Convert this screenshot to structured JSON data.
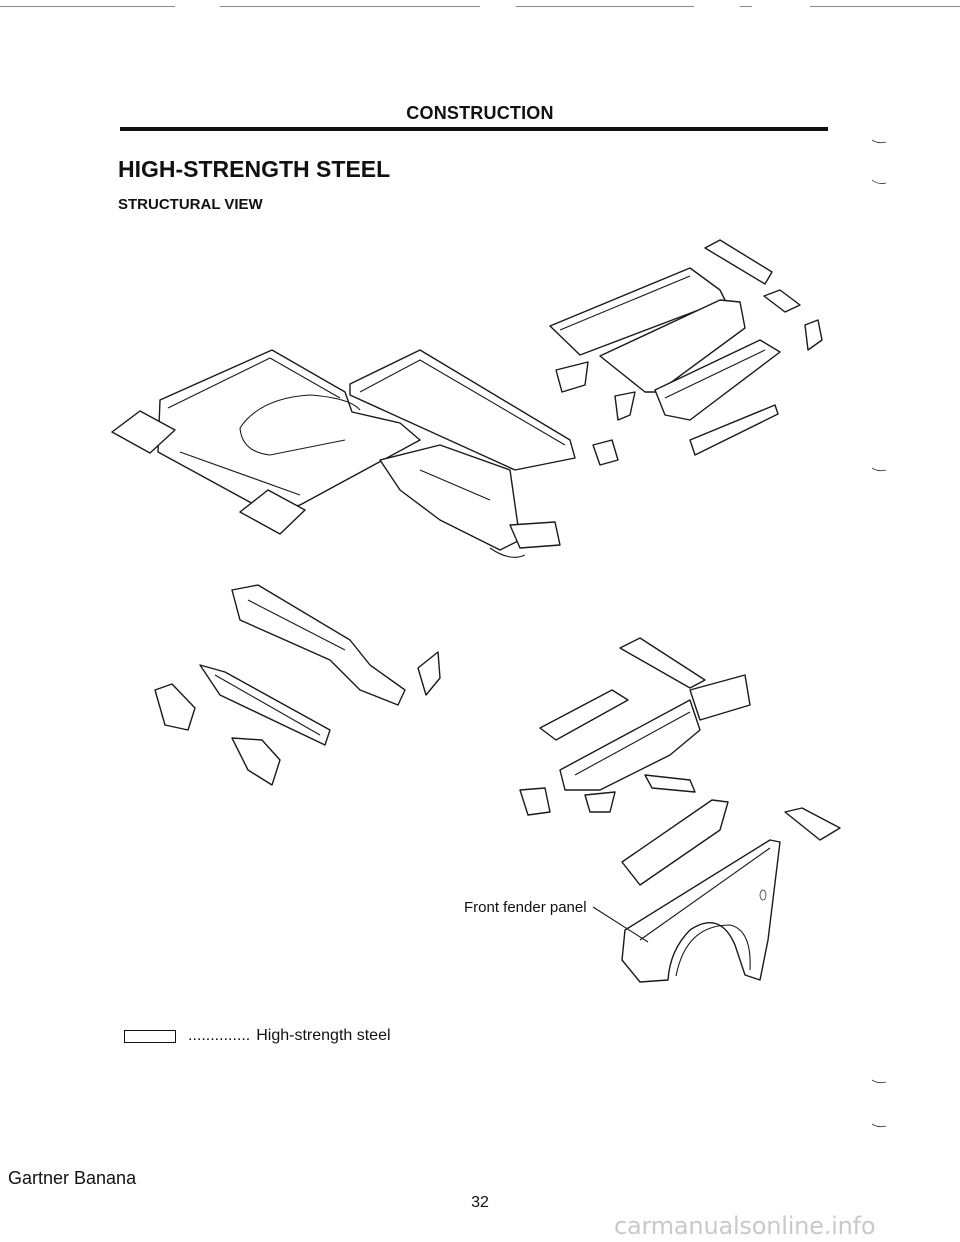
{
  "header": {
    "section": "CONSTRUCTION"
  },
  "title": "HIGH-STRENGTH STEEL",
  "subtitle": "STRUCTURAL VIEW",
  "callouts": {
    "front_fender": "Front fender panel"
  },
  "legend": {
    "dots": "..............",
    "label": "High-strength steel"
  },
  "footer": {
    "owner": "Gartner Banana",
    "page_number": "32",
    "watermark": "carmanualsonline.info"
  }
}
